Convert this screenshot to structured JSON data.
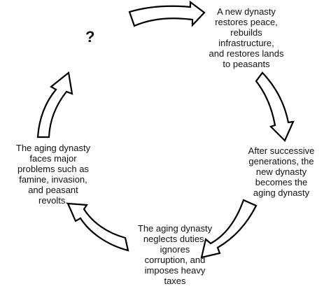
{
  "diagram": {
    "unknown_stage": "?",
    "stages": [
      {
        "text": "A new dynasty\nrestores peace,\nrebuilds\ninfrastructure,\nand restores lands\nto peasants"
      },
      {
        "text": "After successive\ngenerations, the\nnew dynasty\nbecomes the\naging dynasty"
      },
      {
        "text": "The aging dynasty\nneglects duties,\nignores\ncorruption, and\nimposes heavy\ntaxes"
      },
      {
        "text": "The aging dynasty\nfaces major\nproblems such as\nfamine, invasion,\nand peasant\nrevolts."
      }
    ],
    "arrow_fill": "#ffffff",
    "arrow_stroke": "#000000"
  }
}
